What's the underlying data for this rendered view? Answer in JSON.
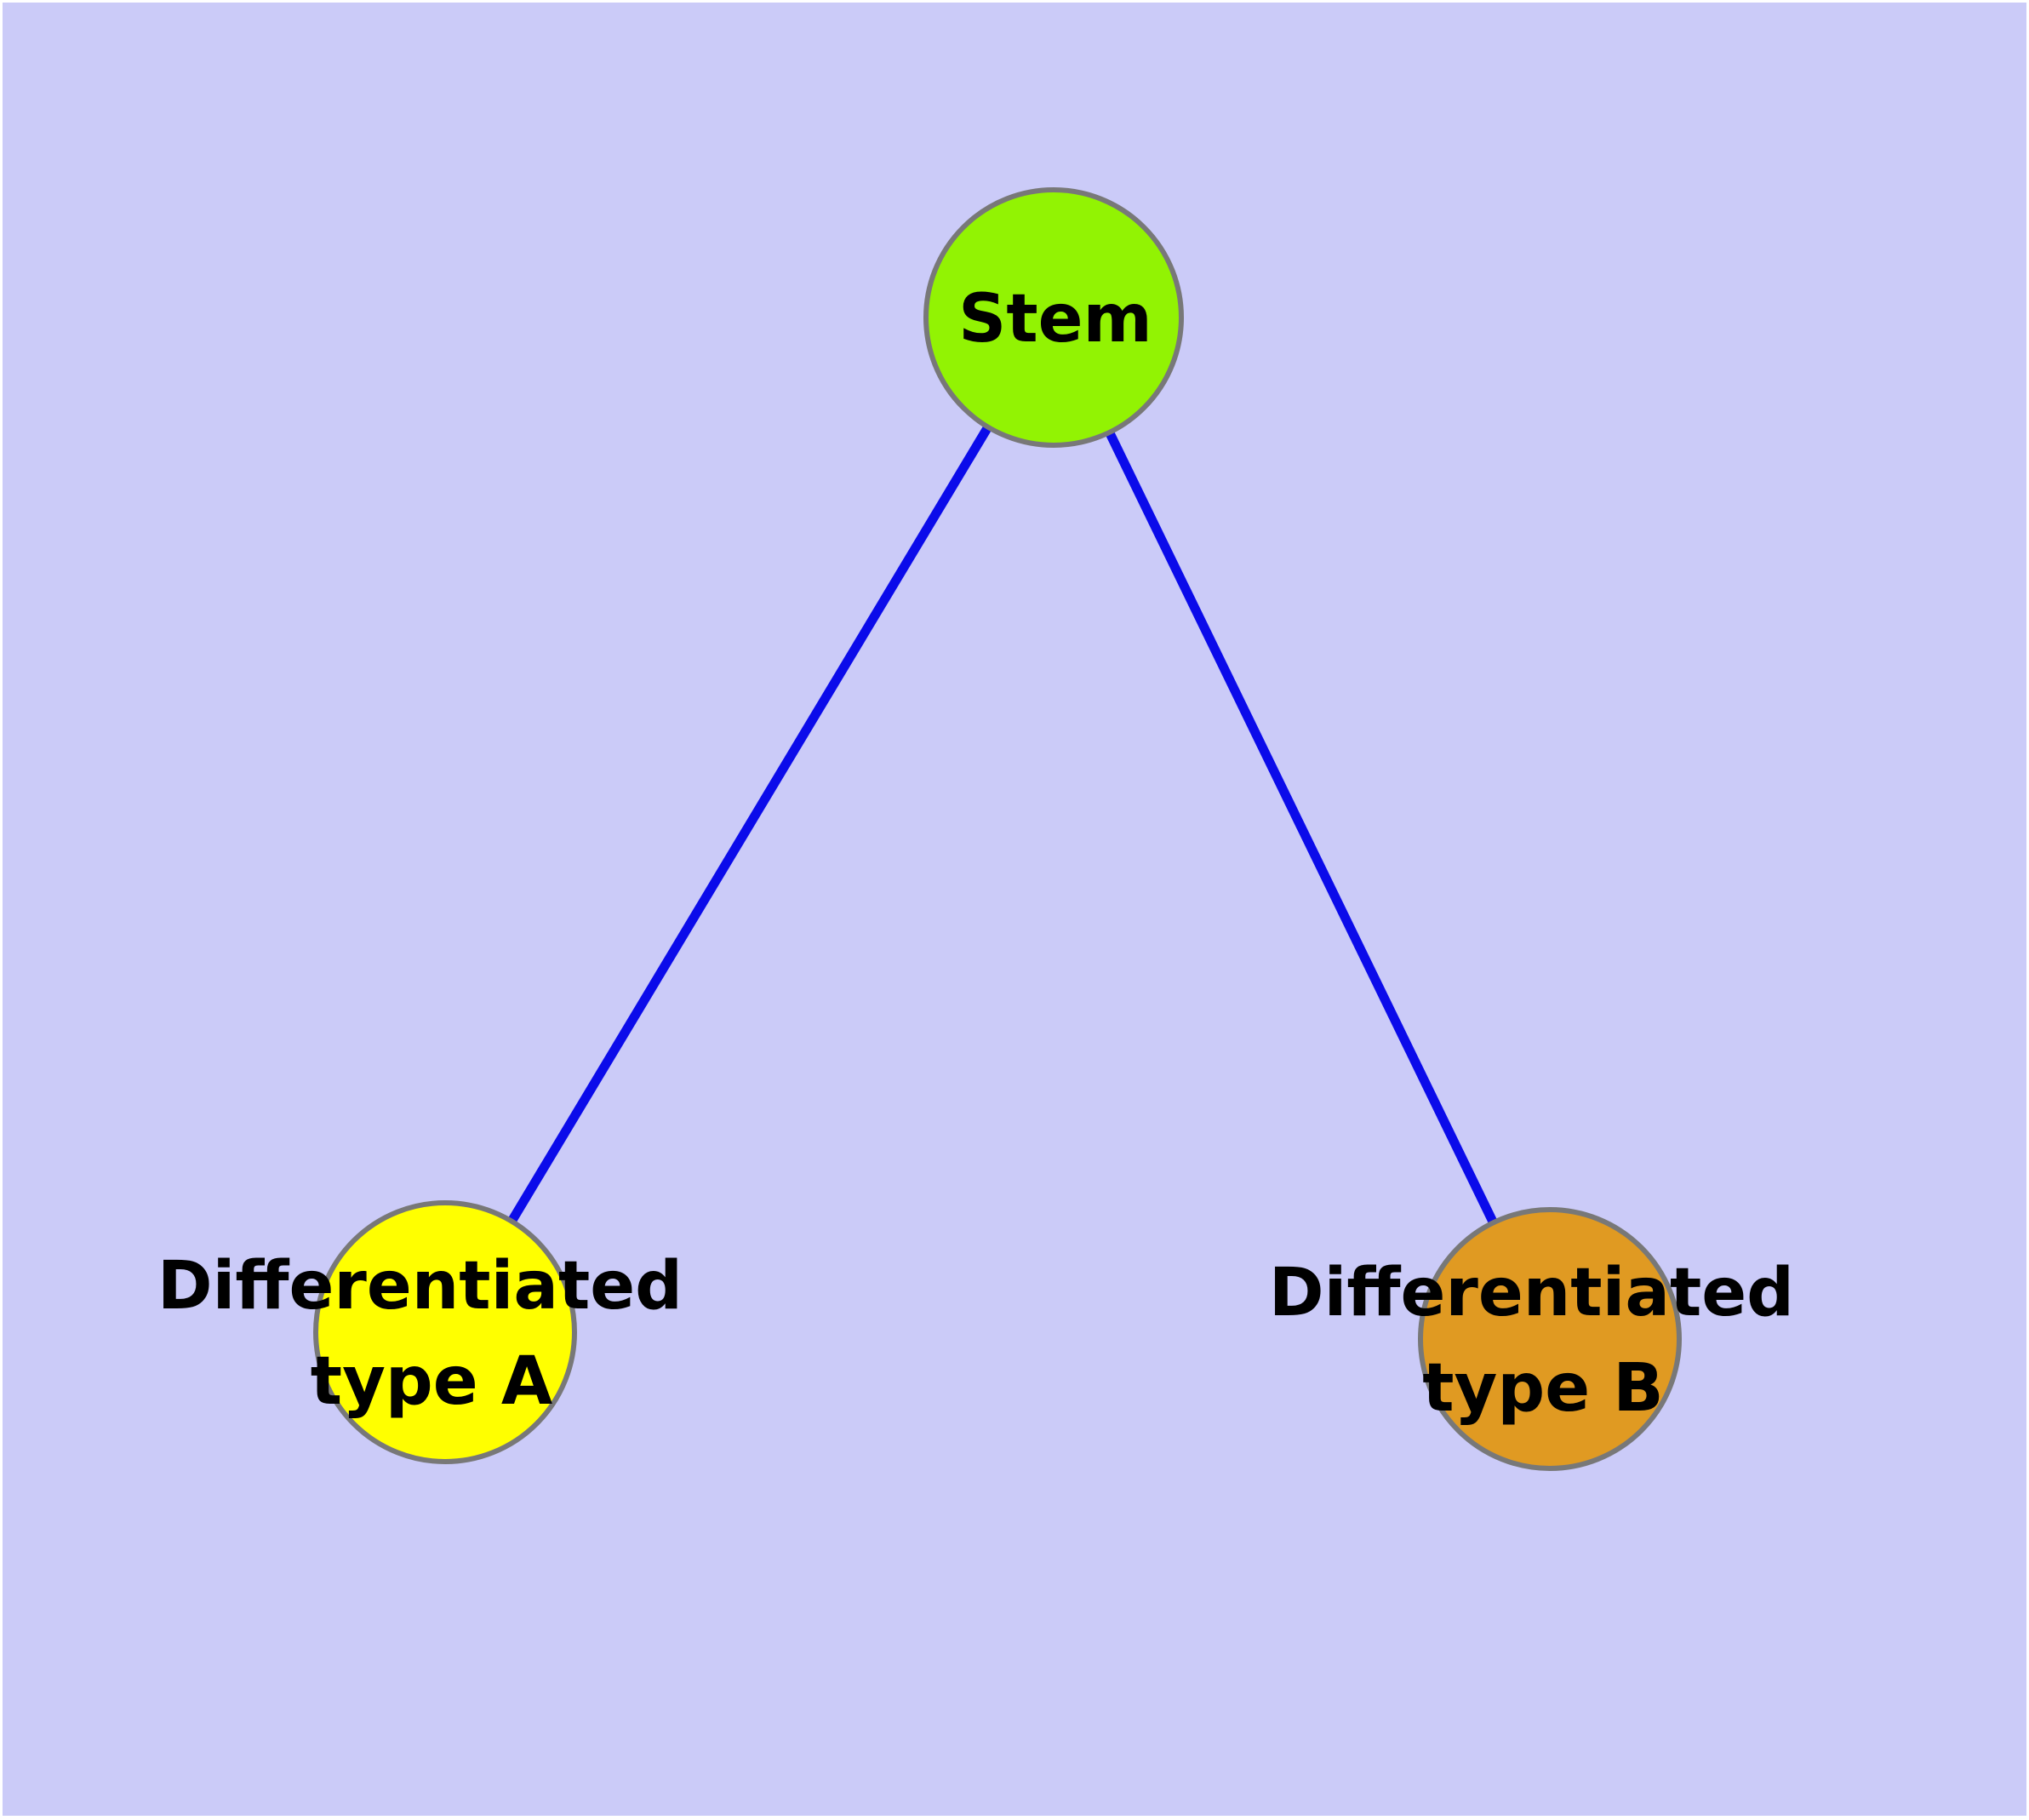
{
  "figure": {
    "type": "node-link-graph",
    "background_color": "#CBCBF8",
    "margin_color": "#FFFFFF",
    "edge_color": "#0B0BEA",
    "node_border_color": "#787878",
    "label_color": "#000000",
    "nodes": {
      "stem": {
        "label": "Stem",
        "color": "#92F303"
      },
      "type_a": {
        "label": "Differentiated type A",
        "label_lines": [
          "Differentiated",
          "type A"
        ],
        "color": "#FFFF00"
      },
      "type_b": {
        "label": "Differentiated type B",
        "label_lines": [
          "Differentiated",
          "type B"
        ],
        "color": "#E09A22"
      }
    },
    "edges": [
      {
        "from": "Stem",
        "to": "Differentiated type A"
      },
      {
        "from": "Stem",
        "to": "Differentiated type B"
      }
    ]
  }
}
